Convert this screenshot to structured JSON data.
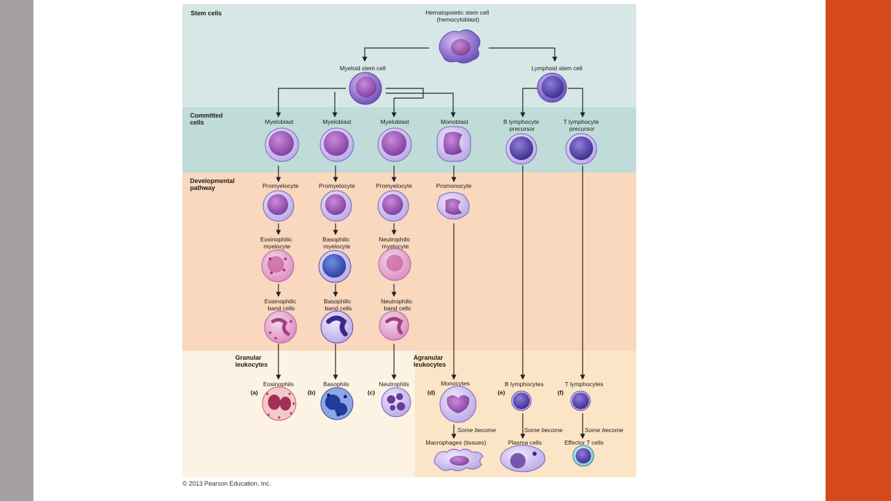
{
  "sections": {
    "stem": "Stem cells",
    "committed": [
      "Committed",
      "cells"
    ],
    "developmental": [
      "Developmental",
      "pathway"
    ],
    "granular": [
      "Granular",
      "leukocytes"
    ],
    "agranular": [
      "Agranular",
      "leukocytes"
    ]
  },
  "cells": {
    "hsc": [
      "Hematopoietic stem cell",
      "(hemocytoblast)"
    ],
    "myeloid": "Myeloid stem cell",
    "lymphoid": "Lymphoid stem cell",
    "myeloblast": "Myeloblast",
    "monoblast": "Monoblast",
    "b_precursor": [
      "B lymphocyte",
      "precursor"
    ],
    "t_precursor": [
      "T lymphocyte",
      "precursor"
    ],
    "promyelocyte": "Promyelocyte",
    "promonocyte": "Promonocyte",
    "eos_myelocyte": [
      "Eosinophilic",
      "myelocyte"
    ],
    "baso_myelocyte": [
      "Basophilic",
      "myelocyte"
    ],
    "neut_myelocyte": [
      "Neutrophilic",
      "myelocyte"
    ],
    "eos_band": [
      "Eosinophilic",
      "band cells"
    ],
    "baso_band": [
      "Basophilic",
      "band cells"
    ],
    "neut_band": [
      "Neutrophilic",
      "band cells"
    ],
    "eosinophils": "Eosinophils",
    "basophils": "Basophils",
    "neutrophils": "Neutrophils",
    "monocytes": "Monocytes",
    "b_lymphocytes": "B lymphocytes",
    "t_lymphocytes": "T lymphocytes",
    "macrophages": "Macrophages (tissues)",
    "plasma": "Plasma cells",
    "effector_t": "Effector T cells"
  },
  "letters": {
    "a": "(a)",
    "b": "(b)",
    "c": "(c)",
    "d": "(d)",
    "e": "(e)",
    "f": "(f)"
  },
  "some_become": "Some become",
  "copyright": "© 2013 Pearson Education, Inc.",
  "colors": {
    "stem_bg": "#d6e7e5",
    "committed_bg": "#bfdcd9",
    "developmental_bg": "#f9d8be",
    "granular_bg": "#fcf3e4",
    "agranular_bg": "#fbe5c6",
    "left_bar": "#a3a09f",
    "right_bar": "#d44a1a"
  }
}
